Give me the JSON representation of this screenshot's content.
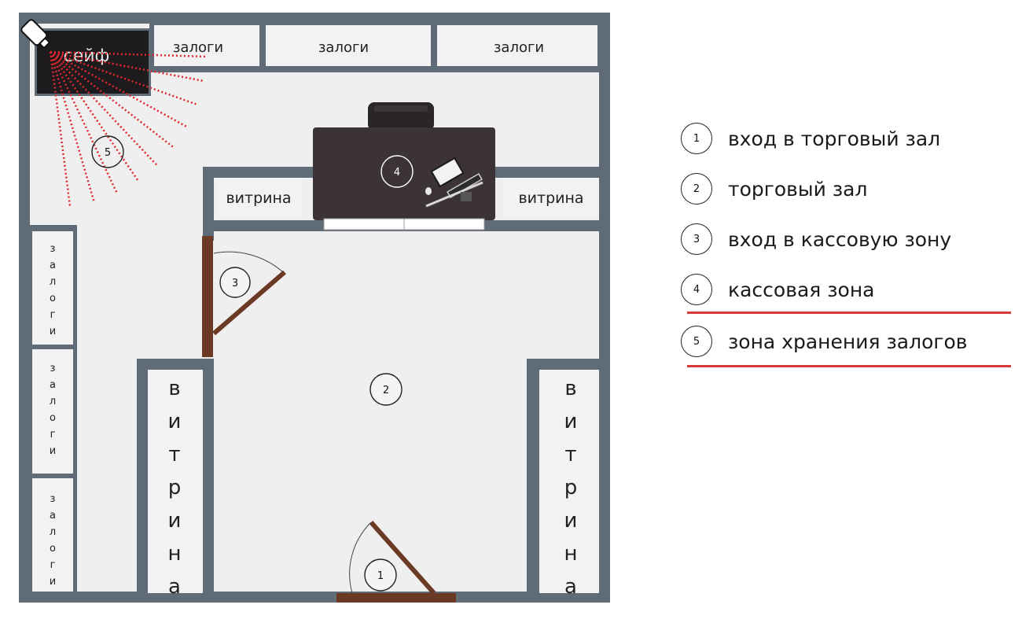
{
  "plan": {
    "labels": {
      "safe": "сейф",
      "top_pledge_1": "залоги",
      "top_pledge_2": "залоги",
      "top_pledge_3": "залоги",
      "showcase_left_small": "витрина",
      "showcase_right_small": "витрина",
      "side_pledge_letters": [
        "з",
        "а",
        "л",
        "о",
        "г",
        "и"
      ],
      "showcase_tall_letters": [
        "в",
        "и",
        "т",
        "р",
        "и",
        "н",
        "а"
      ]
    },
    "markers": {
      "m1": "1",
      "m2": "2",
      "m3": "3",
      "m4": "4",
      "m5": "5"
    },
    "colors": {
      "wall": "#5f6b76",
      "floor": "#efefef",
      "desk": "#3b3335",
      "door": "#6b3a25",
      "laser": "#e0282e",
      "highlight_line": "#d9393b"
    }
  },
  "legend": [
    {
      "num": "1",
      "label": "вход в торговый зал"
    },
    {
      "num": "2",
      "label": "торговый зал"
    },
    {
      "num": "3",
      "label": "вход в кассовую зону"
    },
    {
      "num": "4",
      "label": "кассовая зона"
    },
    {
      "num": "5",
      "label": "зона хранения залогов"
    }
  ]
}
